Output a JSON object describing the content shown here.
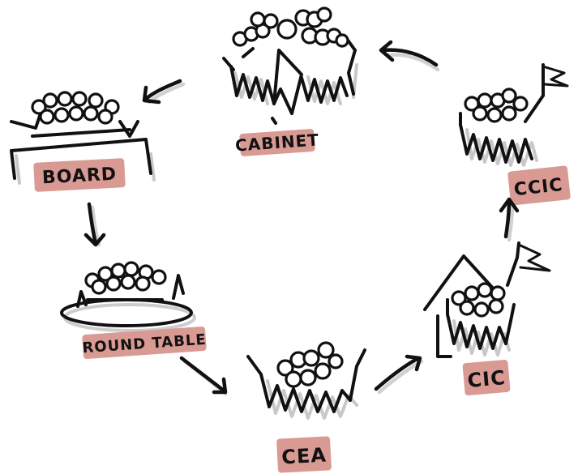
{
  "nodes": {
    "cabinet": {
      "label": "CABINET"
    },
    "ccic": {
      "label": "CCIC"
    },
    "cic": {
      "label": "CIC"
    },
    "cea": {
      "label": "CEA"
    },
    "round_table": {
      "label": "ROUND TABLE"
    },
    "board": {
      "label": "BOARD"
    }
  },
  "colors": {
    "highlight": "#d99a94",
    "ink": "#111111"
  }
}
